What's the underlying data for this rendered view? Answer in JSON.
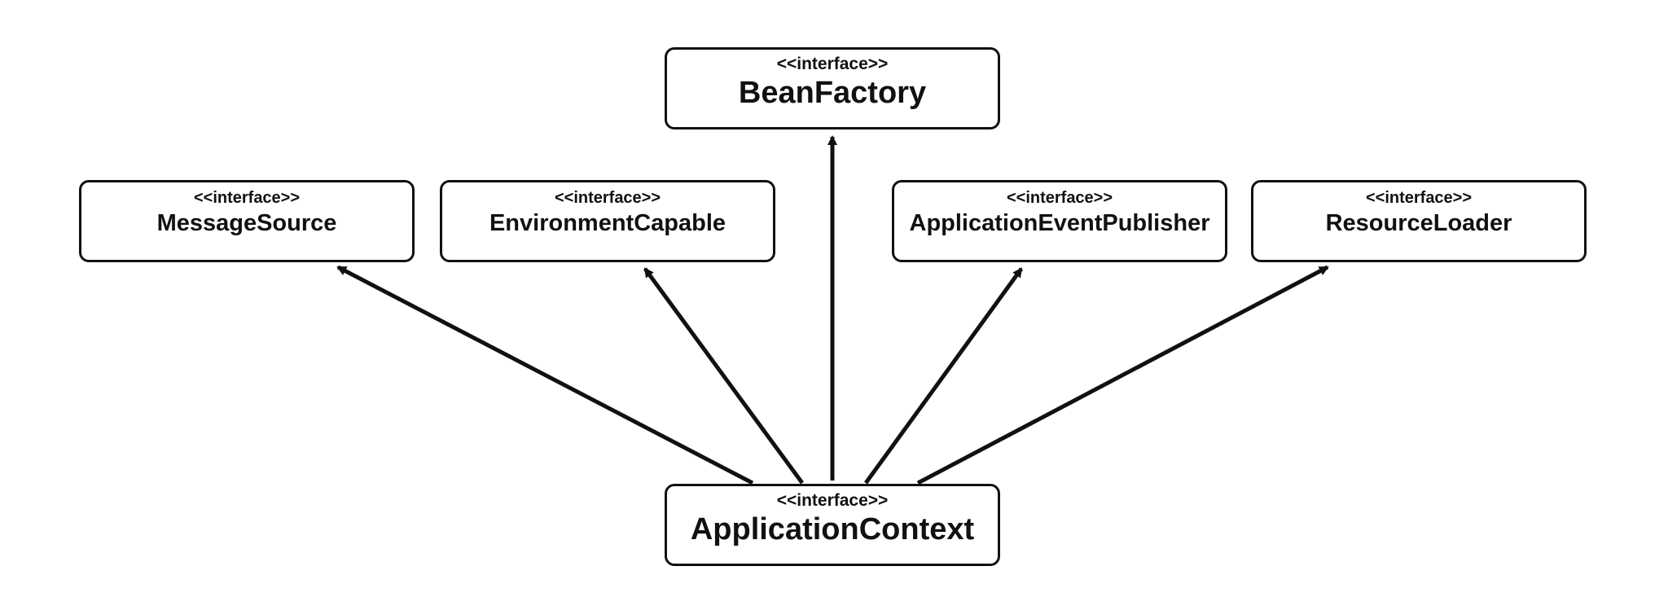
{
  "diagram": {
    "stereotype": "<<interface>>",
    "nodes": {
      "bean_factory": "BeanFactory",
      "message_source": "MessageSource",
      "environment_capable": "EnvironmentCapable",
      "application_event_publisher": "ApplicationEventPublisher",
      "resource_loader": "ResourceLoader",
      "application_context": "ApplicationContext"
    },
    "edges": [
      {
        "from": "ApplicationContext",
        "to": "BeanFactory",
        "kind": "extends"
      },
      {
        "from": "ApplicationContext",
        "to": "MessageSource",
        "kind": "extends"
      },
      {
        "from": "ApplicationContext",
        "to": "EnvironmentCapable",
        "kind": "extends"
      },
      {
        "from": "ApplicationContext",
        "to": "ApplicationEventPublisher",
        "kind": "extends"
      },
      {
        "from": "ApplicationContext",
        "to": "ResourceLoader",
        "kind": "extends"
      }
    ],
    "colors": {
      "stroke": "#111111",
      "background": "#ffffff"
    }
  }
}
